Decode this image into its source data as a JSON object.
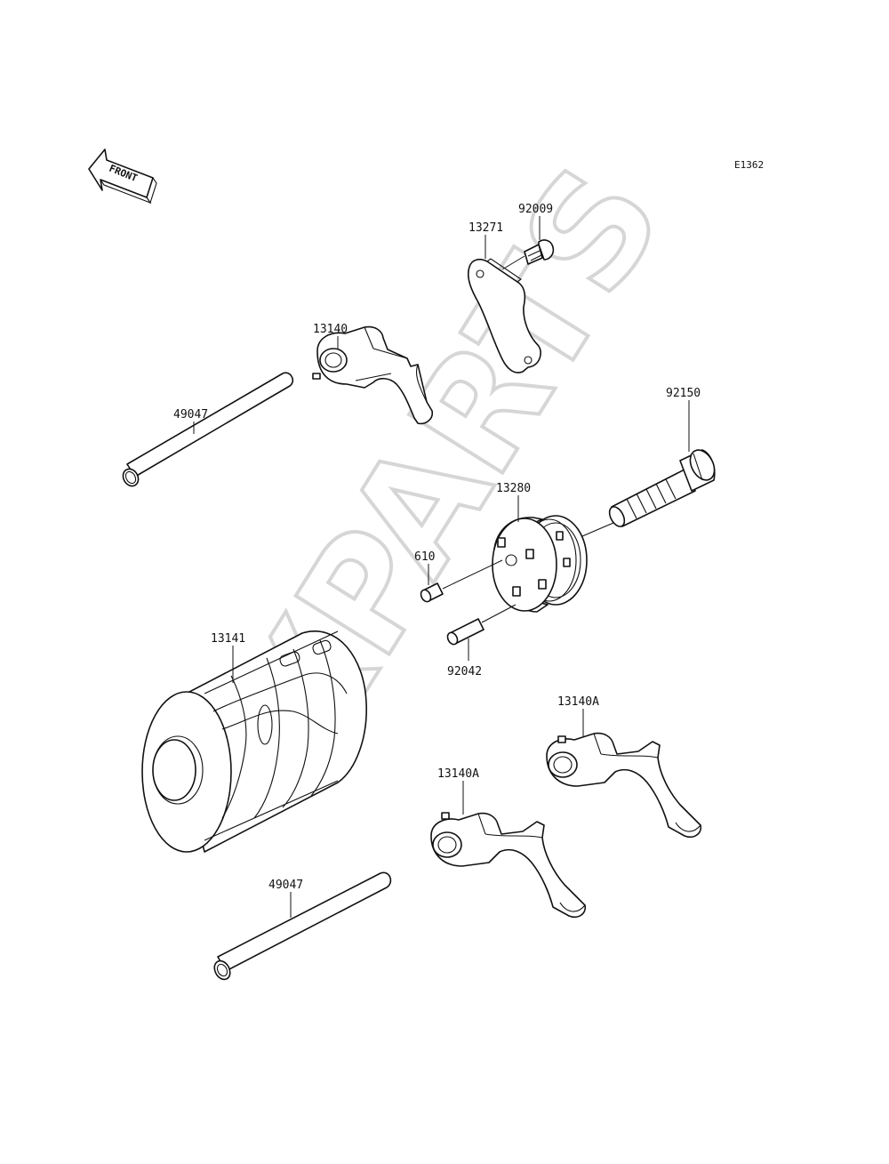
{
  "diagram_code": "E1362",
  "front_arrow": {
    "text": "FRONT",
    "icon": "front-direction-arrow-icon"
  },
  "watermark": "XPARTS",
  "parts": {
    "p13271": "13271",
    "p92009": "92009",
    "p13140": "13140",
    "p49047_top": "49047",
    "p92150": "92150",
    "p13280": "13280",
    "p610": "610",
    "p92042": "92042",
    "p13141": "13141",
    "p13140A_right": "13140A",
    "p13140A_left": "13140A",
    "p49047_bottom": "49047"
  }
}
